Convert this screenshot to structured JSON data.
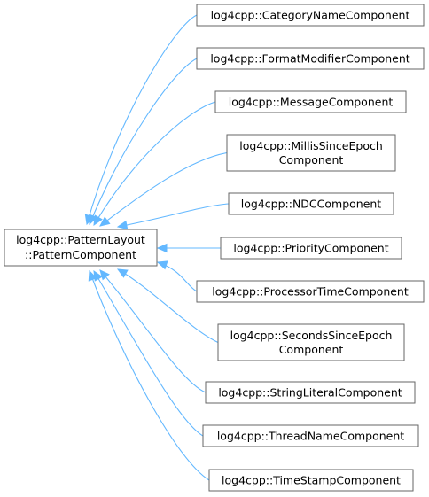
{
  "base_class": {
    "lines": [
      "log4cpp::PatternLayout",
      "::PatternComponent"
    ]
  },
  "derived_classes": [
    {
      "lines": [
        "log4cpp::CategoryNameComponent"
      ]
    },
    {
      "lines": [
        "log4cpp::FormatModifierComponent"
      ]
    },
    {
      "lines": [
        "log4cpp::MessageComponent"
      ]
    },
    {
      "lines": [
        "log4cpp::MillisSinceEpoch",
        "Component"
      ]
    },
    {
      "lines": [
        "log4cpp::NDCComponent"
      ]
    },
    {
      "lines": [
        "log4cpp::PriorityComponent"
      ]
    },
    {
      "lines": [
        "log4cpp::ProcessorTimeComponent"
      ]
    },
    {
      "lines": [
        "log4cpp::SecondsSinceEpoch",
        "Component"
      ]
    },
    {
      "lines": [
        "log4cpp::StringLiteralComponent"
      ]
    },
    {
      "lines": [
        "log4cpp::ThreadNameComponent"
      ]
    },
    {
      "lines": [
        "log4cpp::TimeStampComponent"
      ]
    }
  ],
  "colors": {
    "edge": "#63b8ff",
    "box_border": "#666666",
    "text": "#000000"
  }
}
